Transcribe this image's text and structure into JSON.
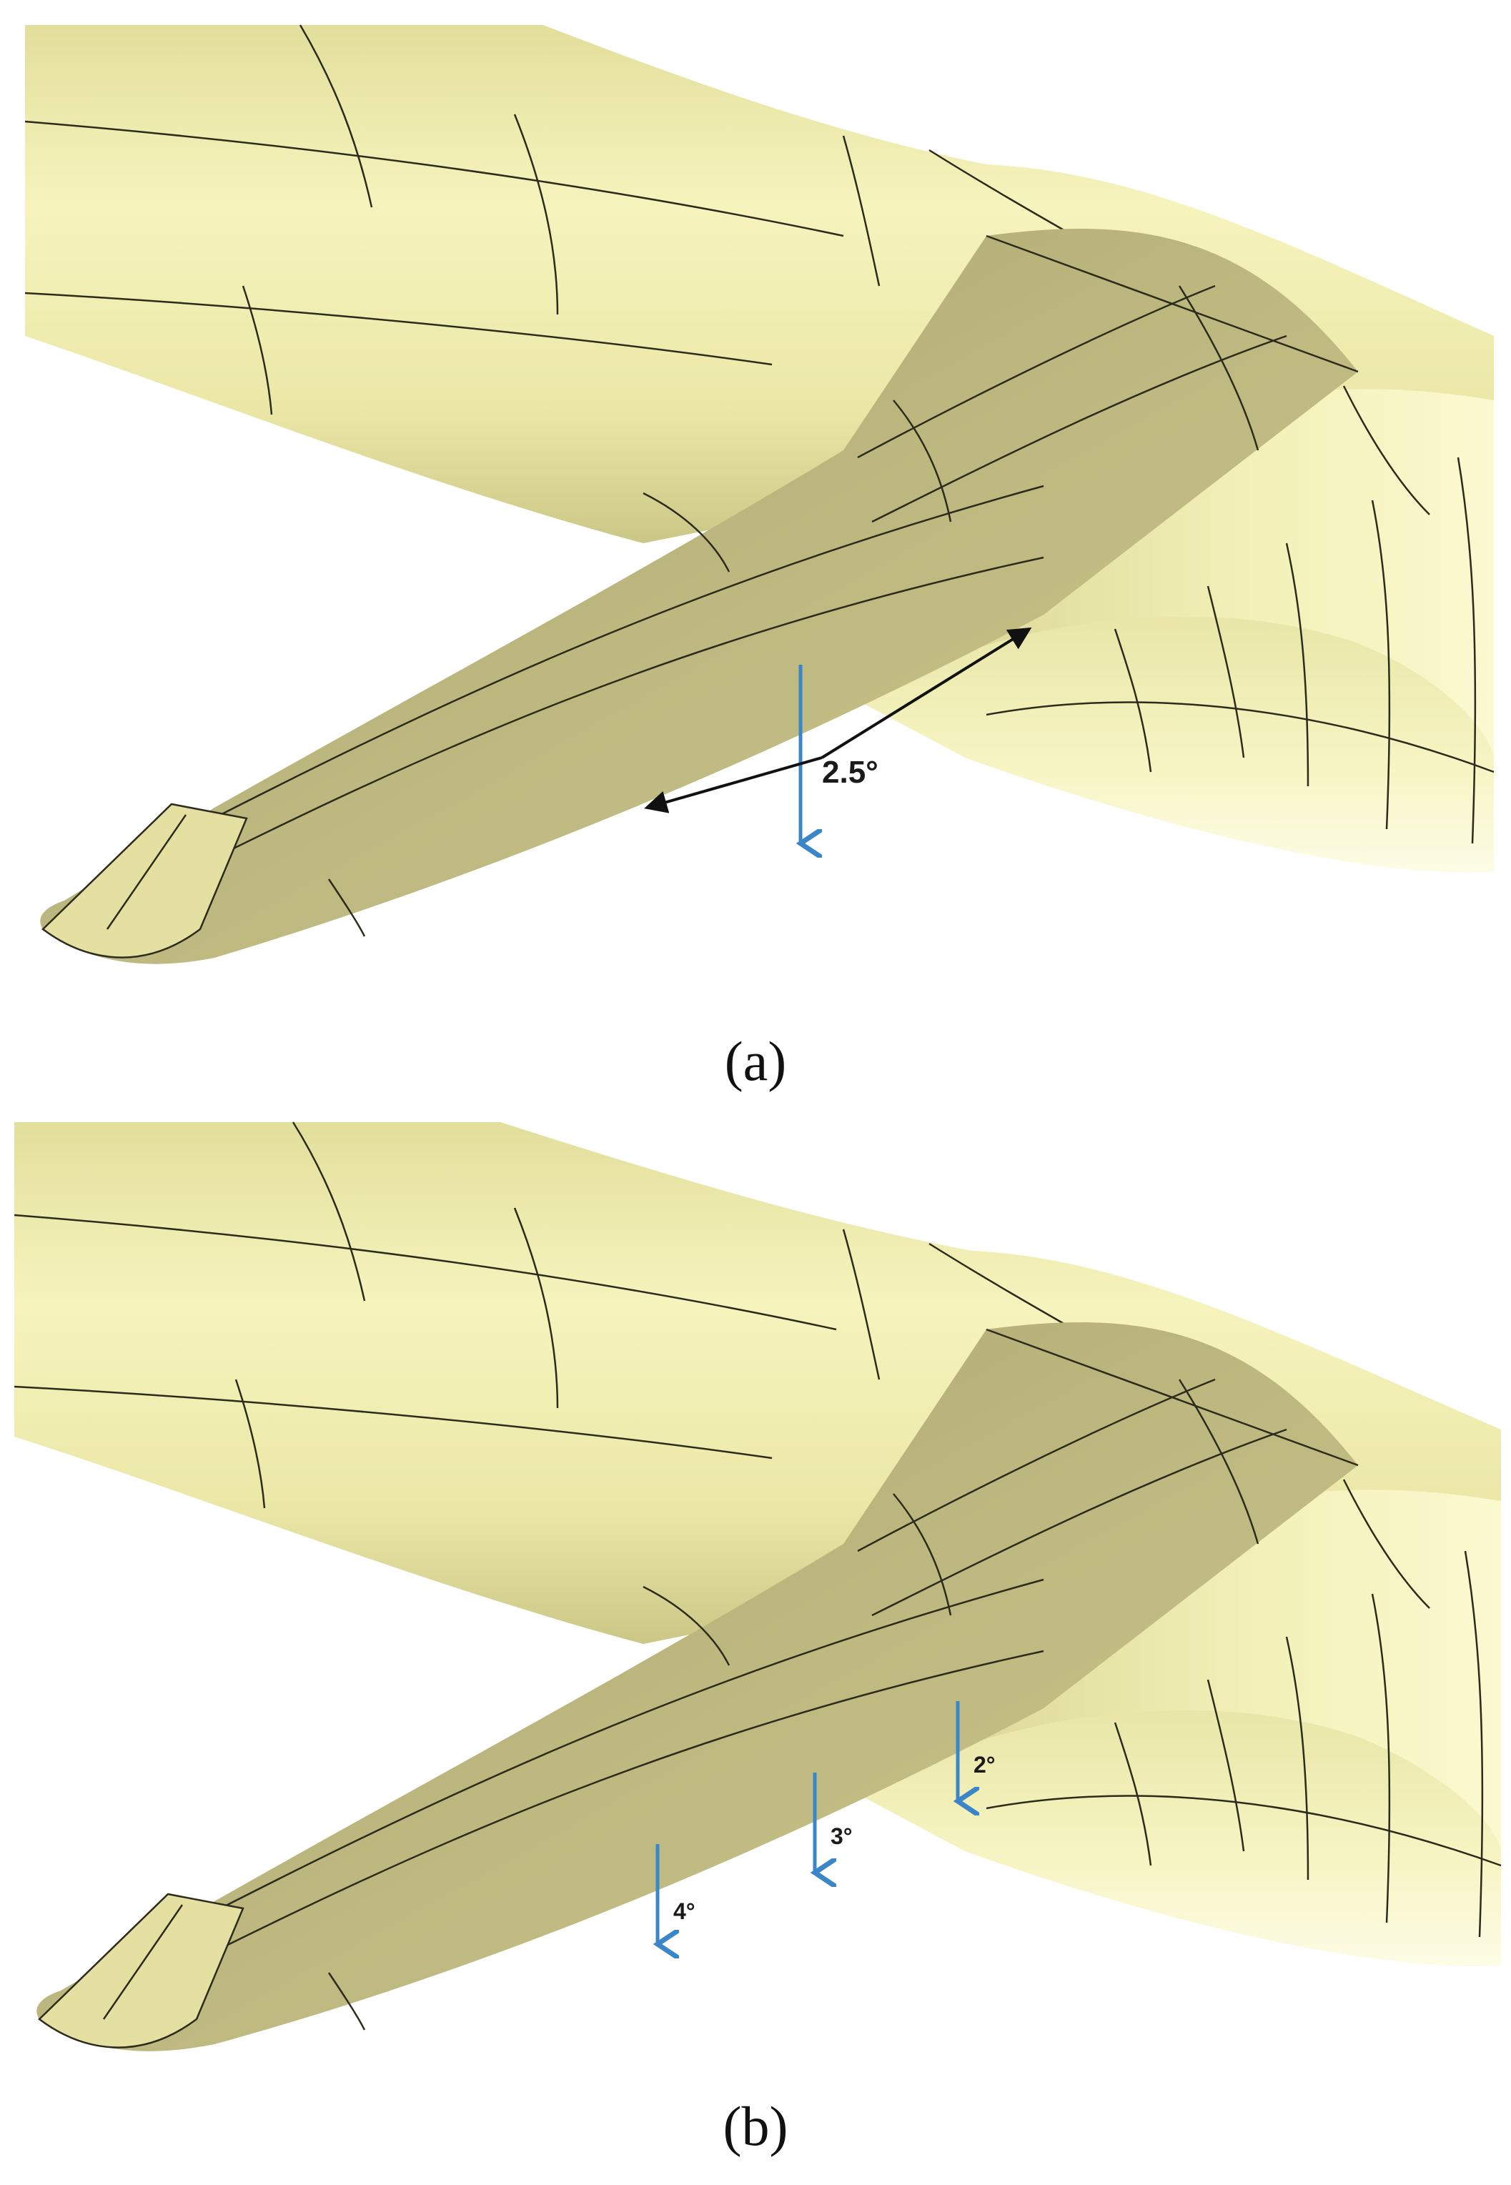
{
  "panel_a": {
    "caption": "(a)",
    "twist_label": "2.5°"
  },
  "panel_b": {
    "caption": "(b)",
    "twist_labels": [
      "2°",
      "3°",
      "4°"
    ]
  },
  "colors": {
    "surface_light": "#f4f2b4",
    "surface_mid": "#d9d58e",
    "surface_wing": "#b7b27a",
    "surface_shadow": "#8f8c58",
    "panel_lines": "#2c2b1c",
    "twist_arrow": "#3b86c8",
    "span_arrow": "#111111"
  }
}
